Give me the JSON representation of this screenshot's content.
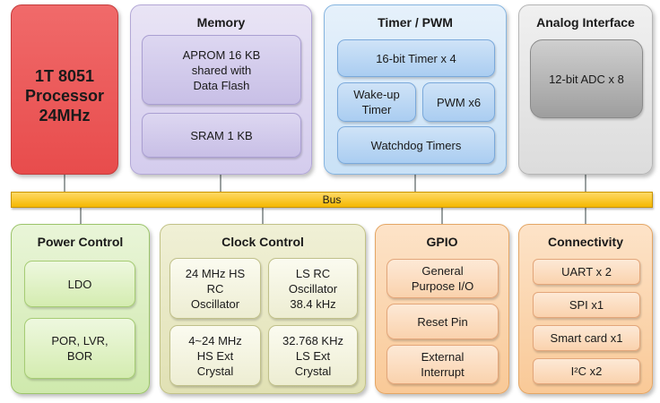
{
  "processor": {
    "label": "1T 8051\nProcessor\n24MHz"
  },
  "memory": {
    "title": "Memory",
    "items": [
      "APROM 16 KB\nshared with\nData Flash",
      "SRAM 1 KB"
    ]
  },
  "timer": {
    "title": "Timer / PWM",
    "items": [
      "16-bit Timer x 4",
      "Wake-up\nTimer",
      "PWM x6",
      "Watchdog Timers"
    ]
  },
  "analog": {
    "title": "Analog Interface",
    "items": [
      "12-bit ADC x 8"
    ]
  },
  "bus": {
    "label": "Bus"
  },
  "power": {
    "title": "Power Control",
    "items": [
      "LDO",
      "POR, LVR,\nBOR"
    ]
  },
  "clock": {
    "title": "Clock Control",
    "items": [
      "24 MHz HS\nRC\nOscillator",
      "LS RC\nOscillator\n38.4 kHz",
      "4~24 MHz\nHS Ext\nCrystal",
      "32.768 KHz\nLS Ext\nCrystal"
    ]
  },
  "gpio": {
    "title": "GPIO",
    "items": [
      "General\nPurpose I/O",
      "Reset Pin",
      "External\nInterrupt"
    ]
  },
  "connectivity": {
    "title": "Connectivity",
    "items": [
      "UART x 2",
      "SPI x1",
      "Smart card x1",
      "I²C x2"
    ]
  }
}
